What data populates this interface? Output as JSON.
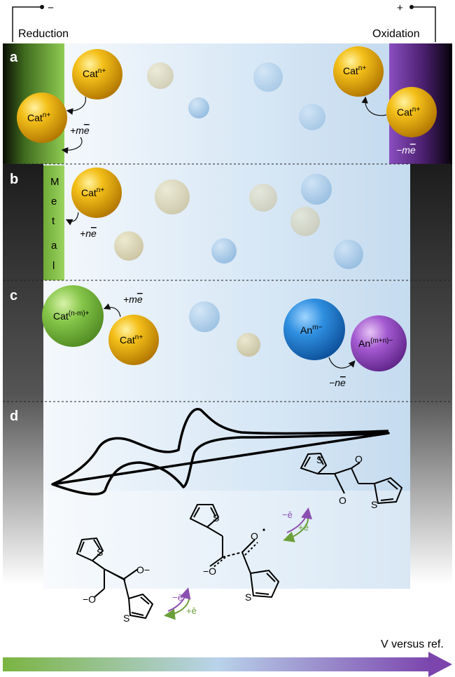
{
  "electrodes": {
    "left_label": "Reduction",
    "right_label": "Oxidation",
    "left_terminal": "−",
    "right_terminal": "+"
  },
  "panels": {
    "a": "a",
    "b": "b",
    "c": "c",
    "d": "d"
  },
  "panel_a": {
    "cat_left_upper": "Cat",
    "cat_left_upper_sup": "n+",
    "cat_left_lower": "Cat",
    "cat_left_lower_sup": "n+",
    "reduction_electrons_pre": "+",
    "reduction_electrons_m": "m",
    "reduction_electrons_e": "e",
    "cat_right_upper": "Cat",
    "cat_right_upper_sup": "n+",
    "cat_right_lower": "Cat",
    "cat_right_lower_sup": "n+",
    "oxidation_electrons_pre": "−",
    "oxidation_electrons_m": "m",
    "oxidation_electrons_e": "e"
  },
  "panel_b": {
    "metal_letters": [
      "M",
      "e",
      "t",
      "a",
      "l"
    ],
    "cat": "Cat",
    "cat_sup": "n+",
    "electrons_pre": "+",
    "electrons_n": "n",
    "electrons_e": "e"
  },
  "panel_c": {
    "cat_reduced": "Cat",
    "cat_reduced_sup": "(n-m)+",
    "cat": "Cat",
    "cat_sup": "n+",
    "cat_electrons_pre": "+",
    "cat_electrons_m": "m",
    "cat_electrons_e": "e",
    "anion": "An",
    "anion_sup": "m−",
    "anion_oxidized": "An",
    "anion_oxidized_sup": "(m+n)−",
    "anion_electrons_pre": "−",
    "anion_electrons_n": "n",
    "anion_electrons_e": "e"
  },
  "panel_d": {
    "neutral_S": "S",
    "neutral_O1": "O",
    "neutral_O2": "O",
    "neutral_S2": "S",
    "radical_S": "S",
    "radical_O1": "O",
    "radical_O2": "−O",
    "radical_S2": "S",
    "dianion_S": "S",
    "dianion_O1": "O−",
    "dianion_O2": "−O",
    "dianion_S2": "S",
    "step1_minus": "−ē",
    "step1_plus": "+ē",
    "step2_minus": "−ē",
    "step2_plus": "+ē"
  },
  "axis": {
    "label": "V versus ref."
  },
  "colors": {
    "reduction_green": "#7fbf3f",
    "oxidation_purple": "#7a3aa8",
    "cation_gold": "#e8a800",
    "anion_blue": "#1f7fd6",
    "electrons_plus_green": "#6a9f3a",
    "electrons_minus_purple": "#8a4fb0"
  }
}
